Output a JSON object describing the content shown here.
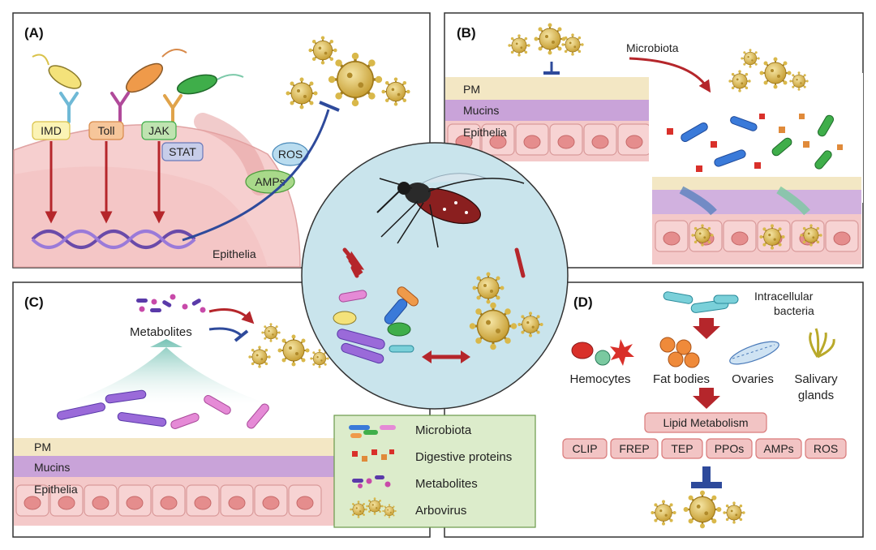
{
  "panels": {
    "a": {
      "label": "(A)",
      "receptors": [
        "IMD",
        "Toll",
        "JAK"
      ],
      "stat": "STAT",
      "ros": "ROS",
      "amps": "AMPs",
      "epithelia": "Epithelia"
    },
    "b": {
      "label": "(B)",
      "microbiota": "Microbiota",
      "layers": [
        "PM",
        "Mucins",
        "Epithelia"
      ]
    },
    "c": {
      "label": "(C)",
      "metabolites": "Metabolites",
      "layers": [
        "PM",
        "Mucins",
        "Epithelia"
      ]
    },
    "d": {
      "label": "(D)",
      "intracellular": [
        "Intracellular",
        "bacteria"
      ],
      "tissues": [
        "Hemocytes",
        "Fat bodies",
        "Ovaries"
      ],
      "salivary": [
        "Salivary",
        "glands"
      ],
      "lipid": "Lipid Metabolism",
      "effectors": [
        "CLIP",
        "FREP",
        "TEP",
        "PPOs",
        "AMPs",
        "ROS"
      ]
    }
  },
  "legend": {
    "items": [
      "Microbiota",
      "Digestive proteins",
      "Metabolites",
      "Arbovirus"
    ]
  },
  "colors": {
    "border": "#333333",
    "circle_fill": "#c9e4ec",
    "activation_arrow": "#b5262b",
    "inhibition": "#2e4a9b",
    "legend_bg": "#dceccb",
    "effector_box": "#f2c4c4",
    "virus": "#d9b84a",
    "mucins": "#c9a3d9",
    "pm": "#f3e7c4",
    "epithelia": "#f4c9c9"
  }
}
